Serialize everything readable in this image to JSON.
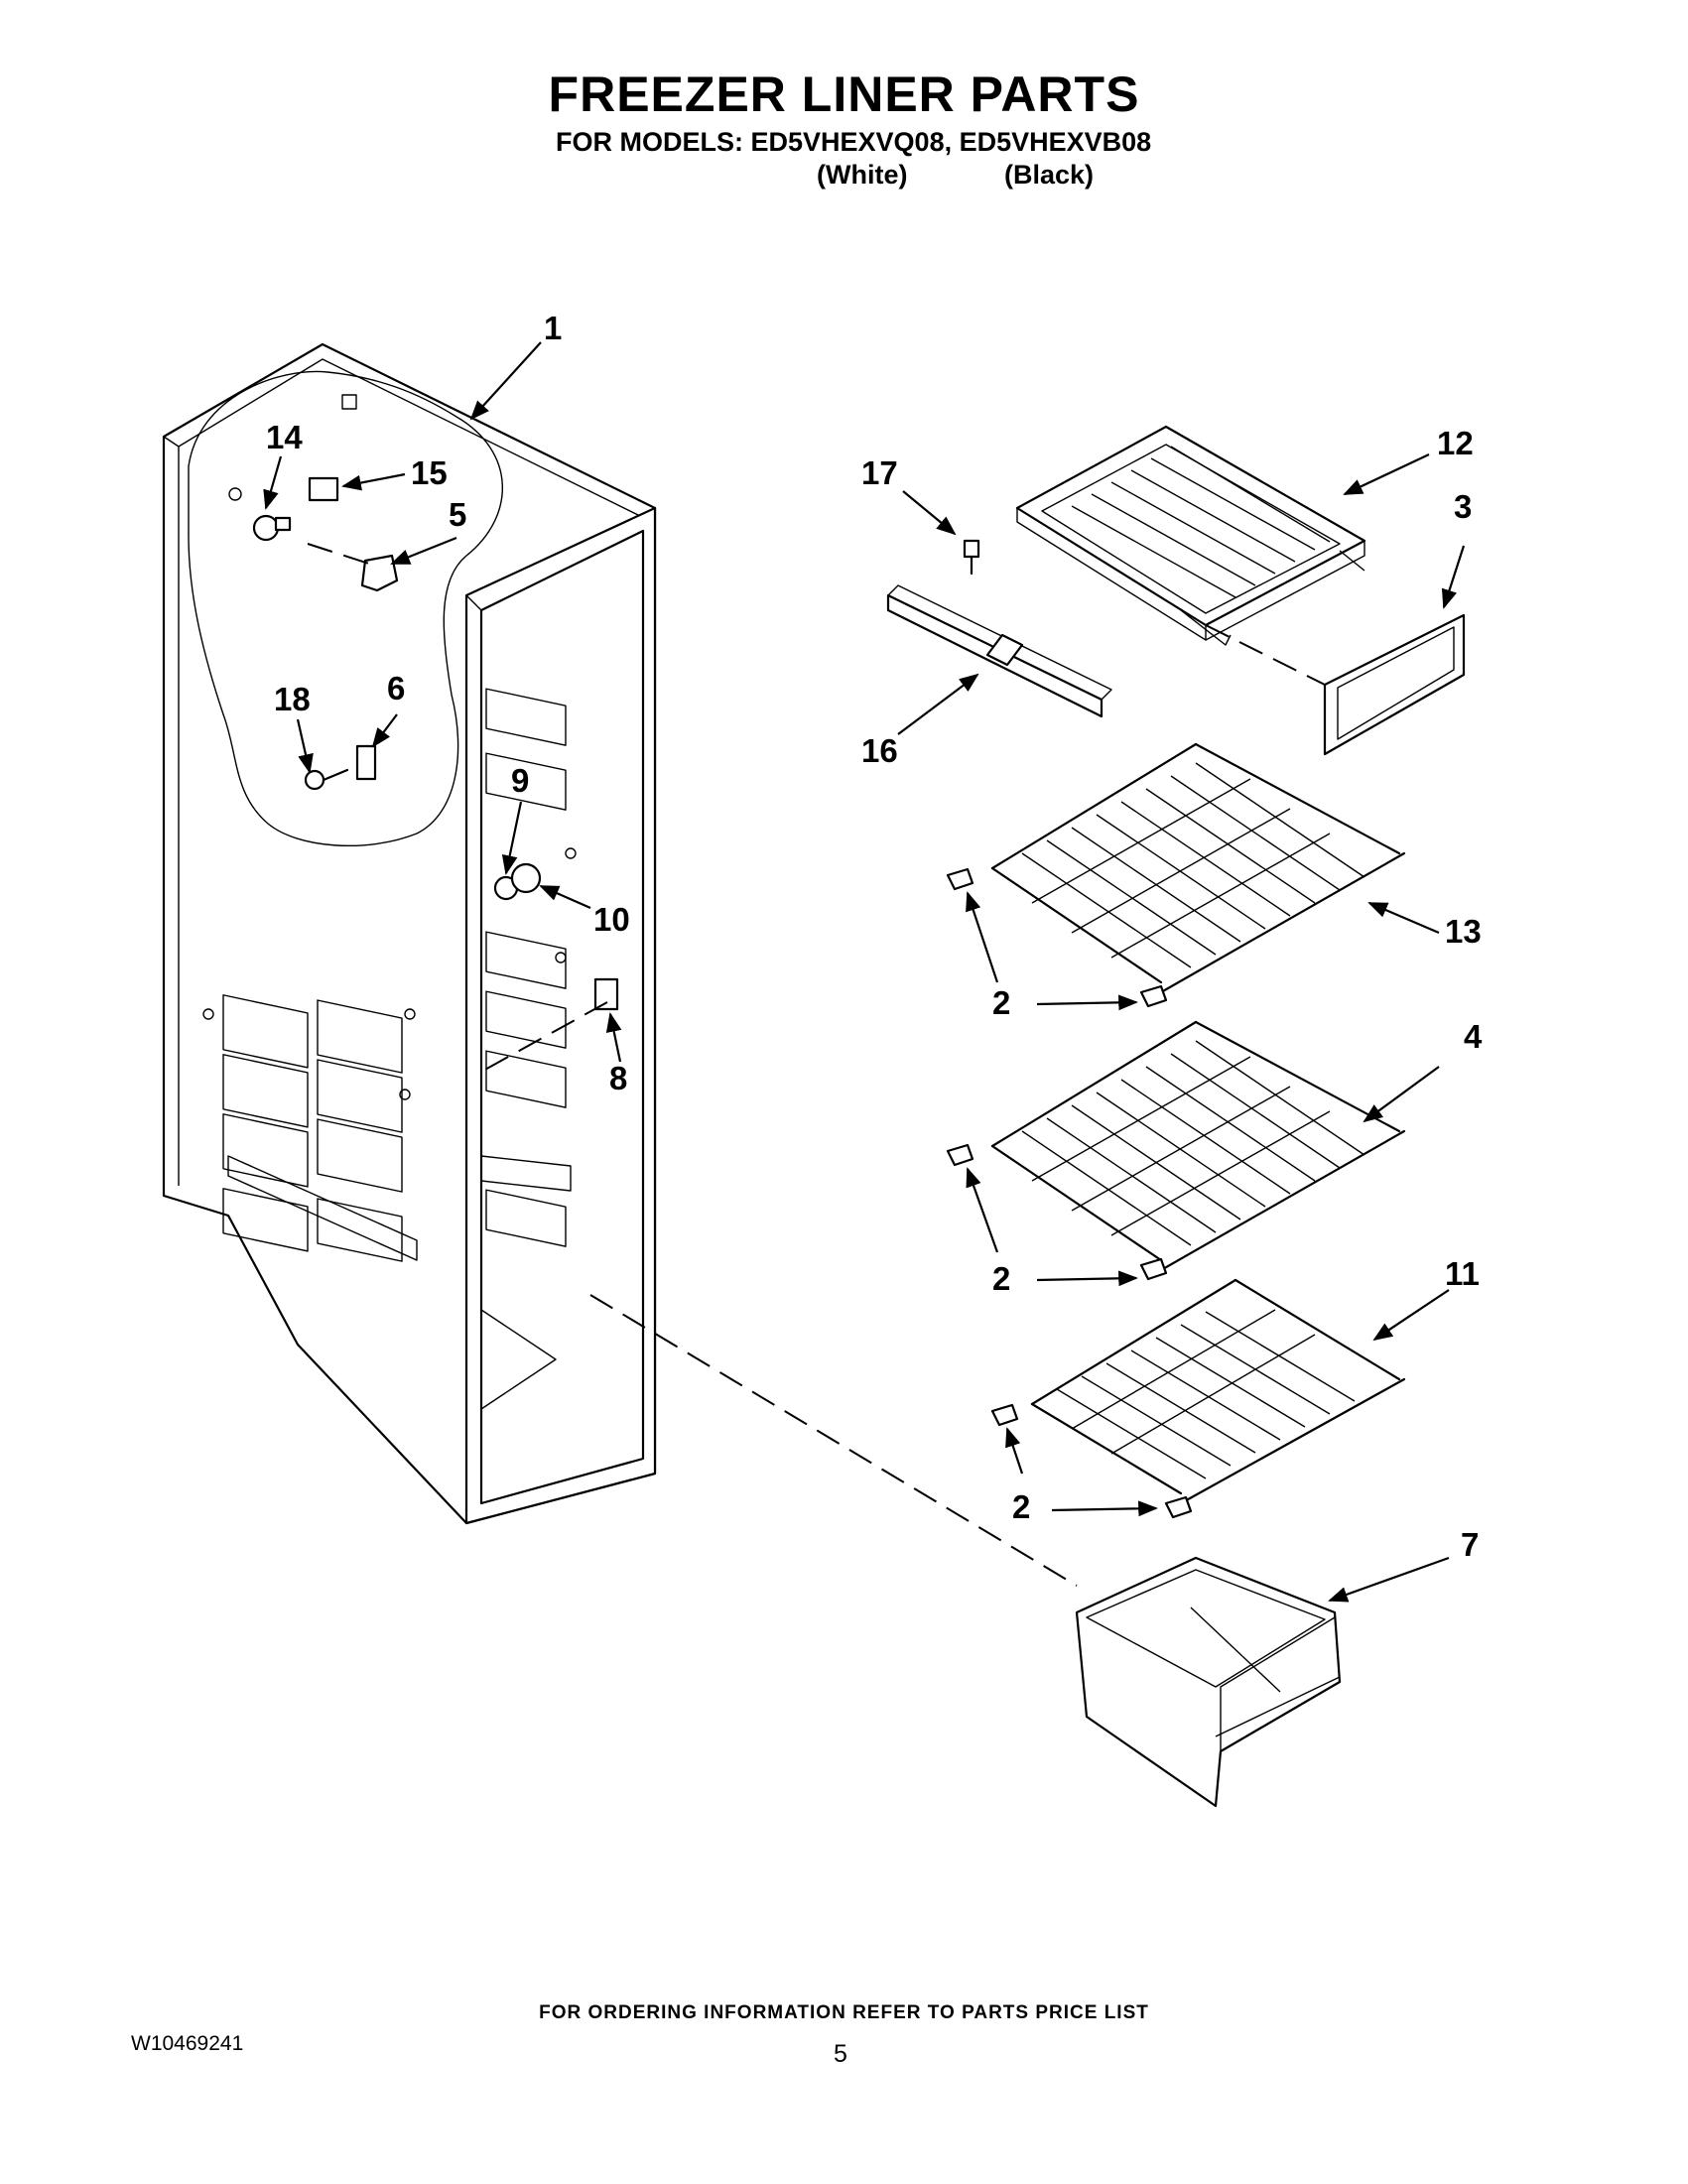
{
  "header": {
    "title": "FREEZER LINER PARTS",
    "models_line": "FOR MODELS: ED5VHEXVQ08, ED5VHEXVB08",
    "variant_white": "(White)",
    "variant_black": "(Black)"
  },
  "callouts": {
    "c1": "1",
    "c2a": "2",
    "c2b": "2",
    "c2c": "2",
    "c3": "3",
    "c4": "4",
    "c5": "5",
    "c6": "6",
    "c7": "7",
    "c8": "8",
    "c9": "9",
    "c10": "10",
    "c11": "11",
    "c12": "12",
    "c13": "13",
    "c14": "14",
    "c15": "15",
    "c16": "16",
    "c17": "17",
    "c18": "18"
  },
  "footer": {
    "ordering_note": "FOR ORDERING INFORMATION REFER TO PARTS PRICE LIST",
    "document_number": "W10469241",
    "page_number": "5"
  }
}
